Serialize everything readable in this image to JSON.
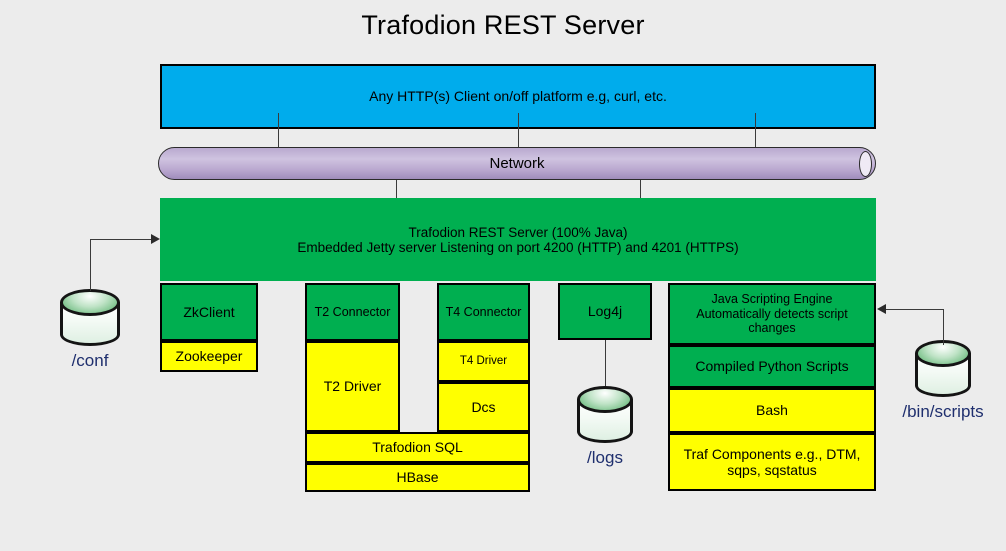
{
  "page": {
    "title": "Trafodion REST Server",
    "background_color": "#ECECEC"
  },
  "colors": {
    "client_blue": "#00ACEC",
    "server_green": "#00AF50",
    "script_yellow": "#FFFF00",
    "network_purple": "#BCACD2",
    "outline_black": "#000000",
    "db_label_navy": "#1F2F6E"
  },
  "client_layer": {
    "label": "Any HTTP(s) Client on/off platform e.g, curl, etc."
  },
  "network_layer": {
    "label": "Network"
  },
  "server_panel": {
    "line1": "Trafodion REST Server (100% Java)",
    "line2": "Embedded Jetty server Listening on port 4200 (HTTP) and 4201 (HTTPS)"
  },
  "columns": {
    "zkclient": {
      "boxes": [
        {
          "label": "ZkClient",
          "fill": "green"
        },
        {
          "label": "Zookeeper",
          "fill": "yellow"
        }
      ]
    },
    "t2": {
      "boxes": [
        {
          "label": "T2 Connector",
          "fill": "green"
        },
        {
          "label": "T2 Driver",
          "fill": "yellow"
        }
      ]
    },
    "t4": {
      "boxes": [
        {
          "label": "T4 Connector",
          "fill": "green"
        },
        {
          "label": "T4 Driver",
          "fill": "yellow"
        },
        {
          "label": "Dcs",
          "fill": "yellow"
        }
      ]
    },
    "shared_sql": {
      "boxes": [
        {
          "label": "Trafodion SQL",
          "fill": "yellow"
        },
        {
          "label": "HBase",
          "fill": "yellow"
        }
      ]
    },
    "log4j": {
      "boxes": [
        {
          "label": "Log4j",
          "fill": "green"
        }
      ]
    },
    "scripting": {
      "boxes": [
        {
          "label": "Java Scripting Engine Automatically detects script changes",
          "fill": "green"
        },
        {
          "label": "Compiled Python Scripts",
          "fill": "green"
        },
        {
          "label": "Bash",
          "fill": "yellow"
        },
        {
          "label": "Traf Components e.g., DTM, sqps, sqstatus",
          "fill": "yellow"
        }
      ]
    }
  },
  "datastores": [
    {
      "name": "conf",
      "label": "/conf"
    },
    {
      "name": "logs",
      "label": "/logs"
    },
    {
      "name": "bin-scripts",
      "label": "/bin/scripts"
    }
  ]
}
